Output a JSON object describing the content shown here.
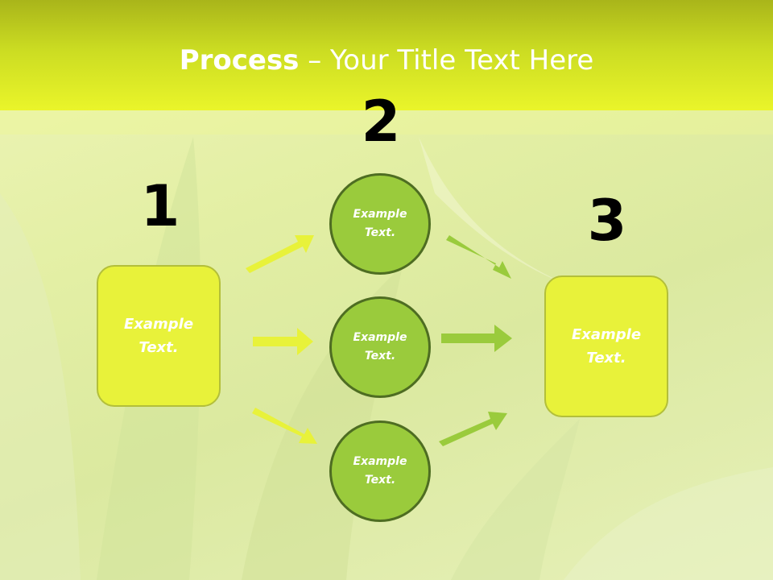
{
  "title": {
    "bold": "Process",
    "rest": " – Your Title Text Here"
  },
  "steps": {
    "one": {
      "number": "1",
      "text": "Example Text."
    },
    "two": {
      "number": "2",
      "items": [
        "Example Text.",
        "Example Text.",
        "Example Text."
      ]
    },
    "three": {
      "number": "3",
      "text": "Example Text."
    }
  },
  "colors": {
    "header": "#d8e626",
    "box_fill": "#e8f23a",
    "circle_fill": "#9acb3c",
    "circle_border": "#4e6d22",
    "arrow_yellow": "#e8f23a",
    "arrow_green": "#9acb3c"
  },
  "icons": [
    "arrow-right-icon"
  ]
}
